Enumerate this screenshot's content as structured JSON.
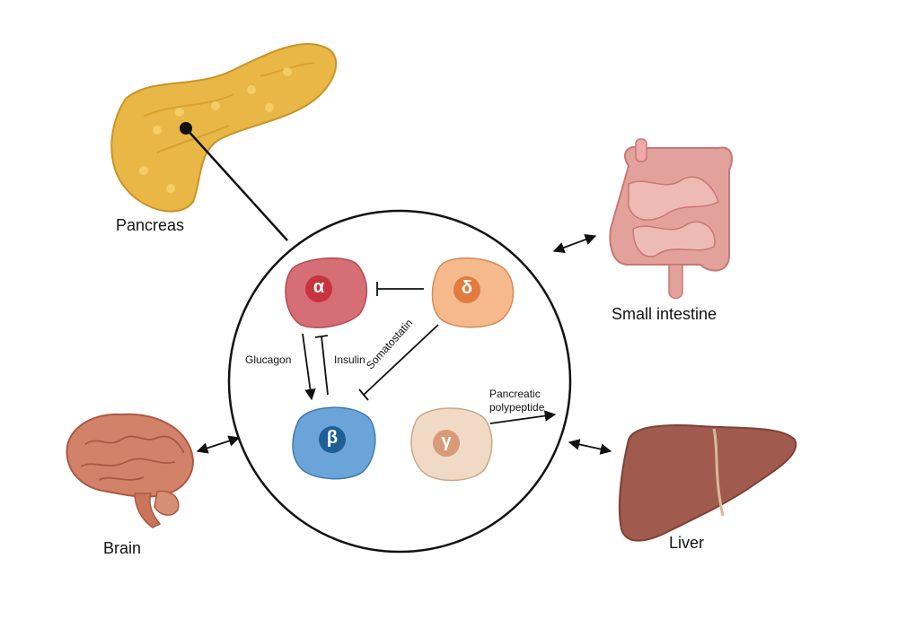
{
  "organs": {
    "pancreas": "Pancreas",
    "small_intestine": "Small intestine",
    "brain": "Brain",
    "liver": "Liver"
  },
  "cells": {
    "alpha": "α",
    "beta": "β",
    "delta": "δ",
    "gamma": "γ"
  },
  "hormones": {
    "glucagon": "Glucagon",
    "insulin": "Insulin",
    "somatostatin": "Somatostatin",
    "pancreatic_polypeptide_line1": "Pancreatic",
    "pancreatic_polypeptide_line2": "polypeptide"
  },
  "colors": {
    "alpha_cell": "#d46a74",
    "alpha_nucleus": "#c9363f",
    "beta_cell": "#6aa3d8",
    "beta_nucleus": "#1f5f97",
    "delta_cell": "#f4b78a",
    "delta_nucleus": "#e07a3f",
    "gamma_cell": "#efd8c4",
    "gamma_nucleus": "#d79a7a",
    "pancreas": "#eab948",
    "liver": "#a05a4c",
    "brain": "#cf7e63",
    "intestine": "#e2a09c"
  }
}
